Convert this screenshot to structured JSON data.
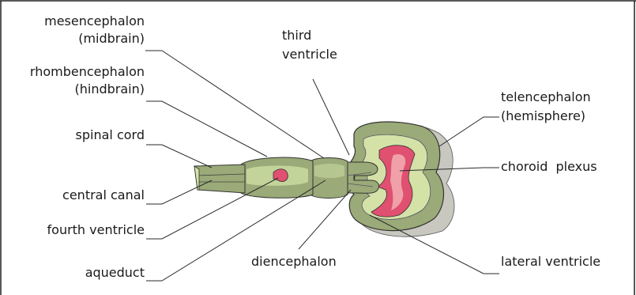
{
  "labels": {
    "mesencephalon_line1": "mesencephalon",
    "mesencephalon_line2": "(midbrain)",
    "rhombencephalon_line1": "rhombencephalon",
    "rhombencephalon_line2": "(hindbrain)",
    "spinal_cord": "spinal cord",
    "central_canal": "central canal",
    "fourth_ventricle": "fourth ventricle",
    "aqueduct": "aqueduct",
    "third_ventricle_line1": "third",
    "third_ventricle_line2": "ventricle",
    "diencephalon": "diencephalon",
    "telencephalon_line1": "telencephalon",
    "telencephalon_line2": "(hemisphere)",
    "choroid_plexus": "choroid  plexus",
    "lateral_ventricle": "lateral ventricle"
  },
  "colors": {
    "tissue_outer": "#9aaa78",
    "tissue_inner": "#d4e2a8",
    "tissue_shadow": "#c8c8c0",
    "ventricle": "#f0a0a8",
    "plexus": "#e05070",
    "outline": "#333333"
  }
}
